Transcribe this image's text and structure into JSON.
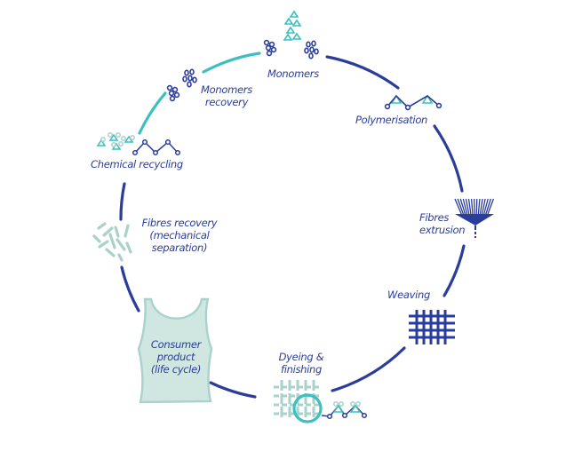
{
  "colors": {
    "navy": "#2b3d9b",
    "teal": "#3bbfc0",
    "pale": "#cfe6e1",
    "pale_stroke": "#a9d2ca",
    "background": "#ffffff"
  },
  "stages": [
    {
      "id": "monomers",
      "label": "Monomers"
    },
    {
      "id": "polymerisation",
      "label": "Polymerisation"
    },
    {
      "id": "fibres-extrusion",
      "label_lines": [
        "Fibres",
        "extrusion"
      ]
    },
    {
      "id": "weaving",
      "label": "Weaving"
    },
    {
      "id": "dyeing-finishing",
      "label_lines": [
        "Dyeing &",
        "finishing"
      ]
    },
    {
      "id": "consumer-product",
      "label_lines": [
        "Consumer",
        "product",
        "(life cycle)"
      ]
    },
    {
      "id": "fibres-recovery",
      "label_lines": [
        "Fibres recovery",
        "(mechanical",
        "separation)"
      ]
    },
    {
      "id": "chemical-recycling",
      "label": "Chemical recycling"
    },
    {
      "id": "monomers-recovery",
      "label_lines": [
        "Monomers",
        "recovery"
      ]
    }
  ],
  "icons": {
    "monomers": "monomer-molecules-icon",
    "polymerisation": "polymer-chain-icon",
    "fibres_extrusion": "spinneret-icon",
    "weaving": "woven-grid-icon",
    "dyeing": "magnified-fabric-icon",
    "consumer_product": "tank-top-icon",
    "fibres_recovery": "loose-fibres-icon",
    "chemical_recycling": "broken-chain-icon",
    "monomers_recovery": "recovered-monomers-icon"
  }
}
